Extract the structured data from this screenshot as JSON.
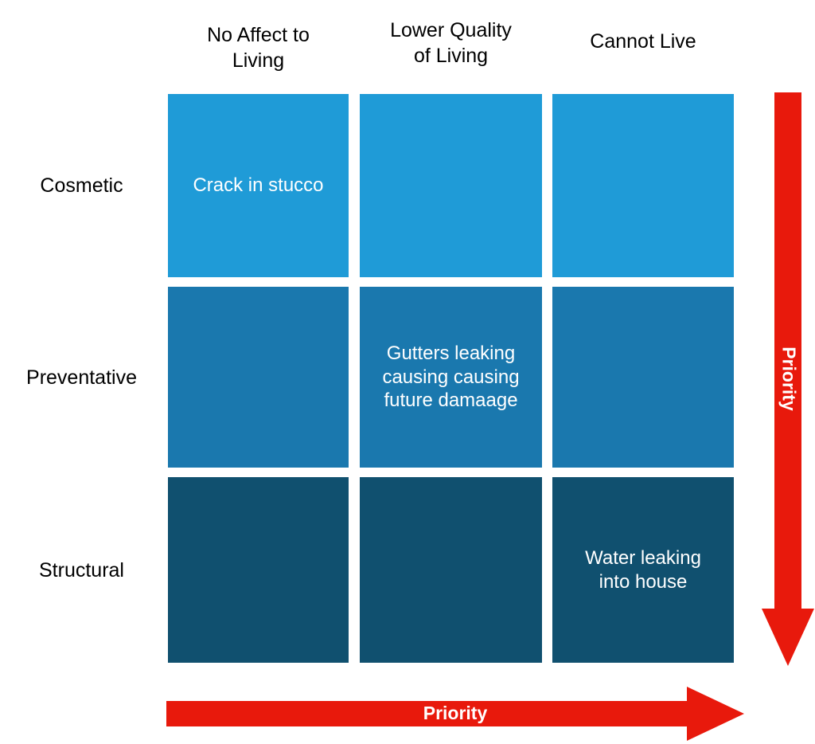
{
  "chart_data": {
    "type": "heatmap",
    "title": "",
    "xlabel": "Priority",
    "ylabel": "Priority",
    "columns": [
      "No Affect to\nLiving",
      "Lower Quality\nof Living",
      "Cannot Live"
    ],
    "rows": [
      "Cosmetic",
      "Preventative",
      "Structural"
    ],
    "row_colors": [
      "#1f9bd7",
      "#1a78ae",
      "#10506f"
    ],
    "cells": [
      [
        {
          "row": "Cosmetic",
          "column": "No Affect to Living",
          "text": "Crack in stucco",
          "color": "#1f9bd7"
        },
        {
          "row": "Cosmetic",
          "column": "Lower Quality of Living",
          "text": "",
          "color": "#1f9bd7"
        },
        {
          "row": "Cosmetic",
          "column": "Cannot Live",
          "text": "",
          "color": "#1f9bd7"
        }
      ],
      [
        {
          "row": "Preventative",
          "column": "No Affect to Living",
          "text": "",
          "color": "#1a78ae"
        },
        {
          "row": "Preventative",
          "column": "Lower Quality of Living",
          "text": "Gutters leaking\ncausing causing\nfuture damaage",
          "color": "#1a78ae"
        },
        {
          "row": "Preventative",
          "column": "Cannot Live",
          "text": "",
          "color": "#1a78ae"
        }
      ],
      [
        {
          "row": "Structural",
          "column": "No Affect to Living",
          "text": "",
          "color": "#10506f"
        },
        {
          "row": "Structural",
          "column": "Lower Quality of Living",
          "text": "",
          "color": "#10506f"
        },
        {
          "row": "Structural",
          "column": "Cannot Live",
          "text": "Water leaking\ninto house",
          "color": "#10506f"
        }
      ]
    ],
    "grid": true,
    "legend": "none"
  },
  "headers": {
    "col0": "No Affect to\nLiving",
    "col1": "Lower Quality\nof Living",
    "col2": "Cannot Live"
  },
  "rows": {
    "row0": "Cosmetic",
    "row1": "Preventative",
    "row2": "Structural"
  },
  "cells": {
    "r0c0": "Crack in stucco",
    "r0c1": "",
    "r0c2": "",
    "r1c0": "",
    "r1c1": "Gutters leaking\ncausing causing\nfuture damaage",
    "r1c2": "",
    "r2c0": "",
    "r2c1": "",
    "r2c2": "Water leaking\ninto house"
  },
  "arrows": {
    "vertical_label": "Priority",
    "horizontal_label": "Priority",
    "color": "#e8190c",
    "vertical_direction": "down",
    "horizontal_direction": "right"
  },
  "colors": {
    "row_cosmetic": "#1f9bd7",
    "row_preventative": "#1a78ae",
    "row_structural": "#10506f",
    "arrow_red": "#e8190c",
    "text_dark": "#000000",
    "text_light": "#ffffff",
    "background": "#ffffff"
  }
}
